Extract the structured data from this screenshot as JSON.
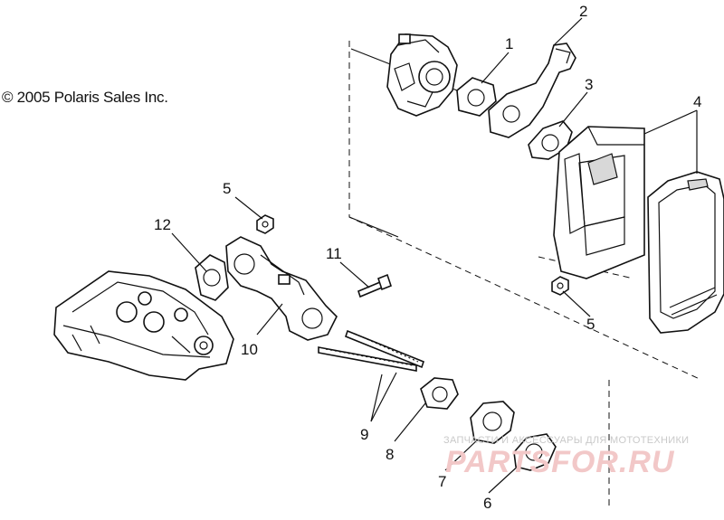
{
  "copyright": "© 2005 Polaris Sales Inc.",
  "watermark": {
    "top_line": "ЗАПЧАСТИ И АКСЕССУАРЫ ДЛЯ МОТОТЕХНИКИ",
    "brand": "PARTSFOR.RU"
  },
  "callouts": {
    "c1": "1",
    "c2": "2",
    "c3": "3",
    "c4": "4",
    "c5a": "5",
    "c5b": "5",
    "c6": "6",
    "c7": "7",
    "c8": "8",
    "c9": "9",
    "c10": "10",
    "c11": "11",
    "c12": "12"
  }
}
